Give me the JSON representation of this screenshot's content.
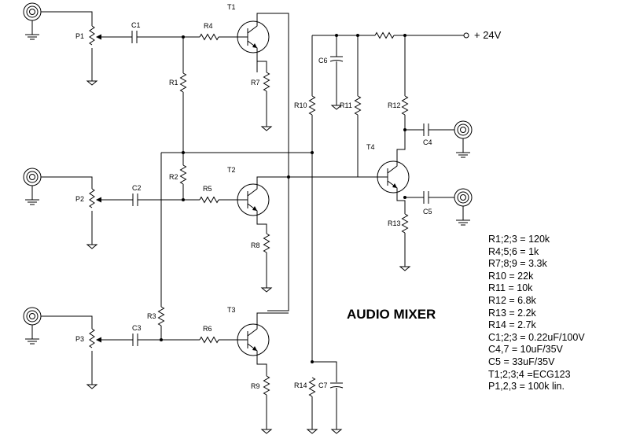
{
  "title": "AUDIO MIXER",
  "supply": "+ 24V",
  "labels": {
    "P1": "P1",
    "P2": "P2",
    "P3": "P3",
    "C1": "C1",
    "C2": "C2",
    "C3": "C3",
    "C4": "C4",
    "C5": "C5",
    "C6": "C6",
    "C7": "C7",
    "R1": "R1",
    "R2": "R2",
    "R3": "R3",
    "R4": "R4",
    "R5": "R5",
    "R6": "R6",
    "R7": "R7",
    "R8": "R8",
    "R9": "R9",
    "R10": "R10",
    "R11": "R11",
    "R12": "R12",
    "R13": "R13",
    "R14": "R14",
    "T1": "T1",
    "T2": "T2",
    "T3": "T3",
    "T4": "T4"
  },
  "parts_list": [
    "R1;2;3 = 120k",
    "R4;5;6 = 1k",
    "R7;8;9 = 3.3k",
    "R10 = 22k",
    "R11 = 10k",
    "R12 = 6.8k",
    "R13 = 2.2k",
    "R14 = 2.7k",
    "C1;2;3 = 0.22uF/100V",
    "C4,7 = 10uF/35V",
    "C5 = 33uF/35V",
    "T1;2;3;4 =ECG123",
    "P1,2,3 = 100k lin."
  ]
}
